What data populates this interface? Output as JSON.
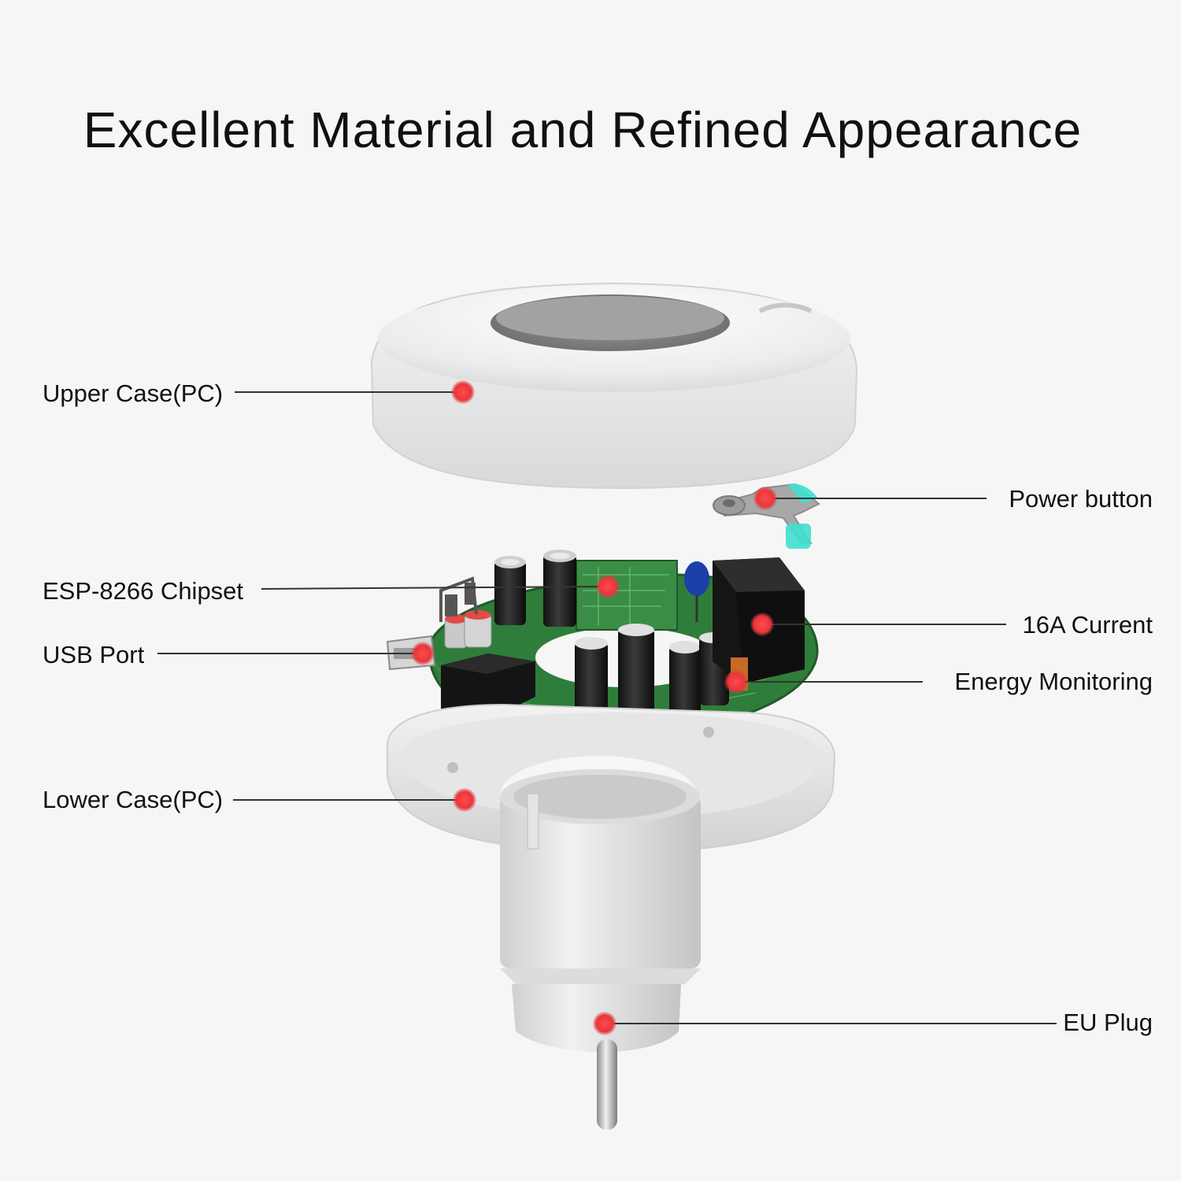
{
  "title": "Excellent Material and Refined Appearance",
  "callouts": {
    "upper_case": "Upper Case(PC)",
    "power_button": "Power button",
    "esp_chipset": "ESP-8266 Chipset",
    "current": "16A Current",
    "usb_port": "USB Port",
    "energy_monitoring": "Energy Monitoring",
    "lower_case": "Lower Case(PC)",
    "eu_plug": "EU Plug"
  },
  "colors": {
    "background": "#f6f6f6",
    "marker": "#e8363b",
    "pcb": "#2f7d3a",
    "housing": "#e9e9e9",
    "leader_line": "#333333",
    "button_glow": "#3fe0d0"
  }
}
